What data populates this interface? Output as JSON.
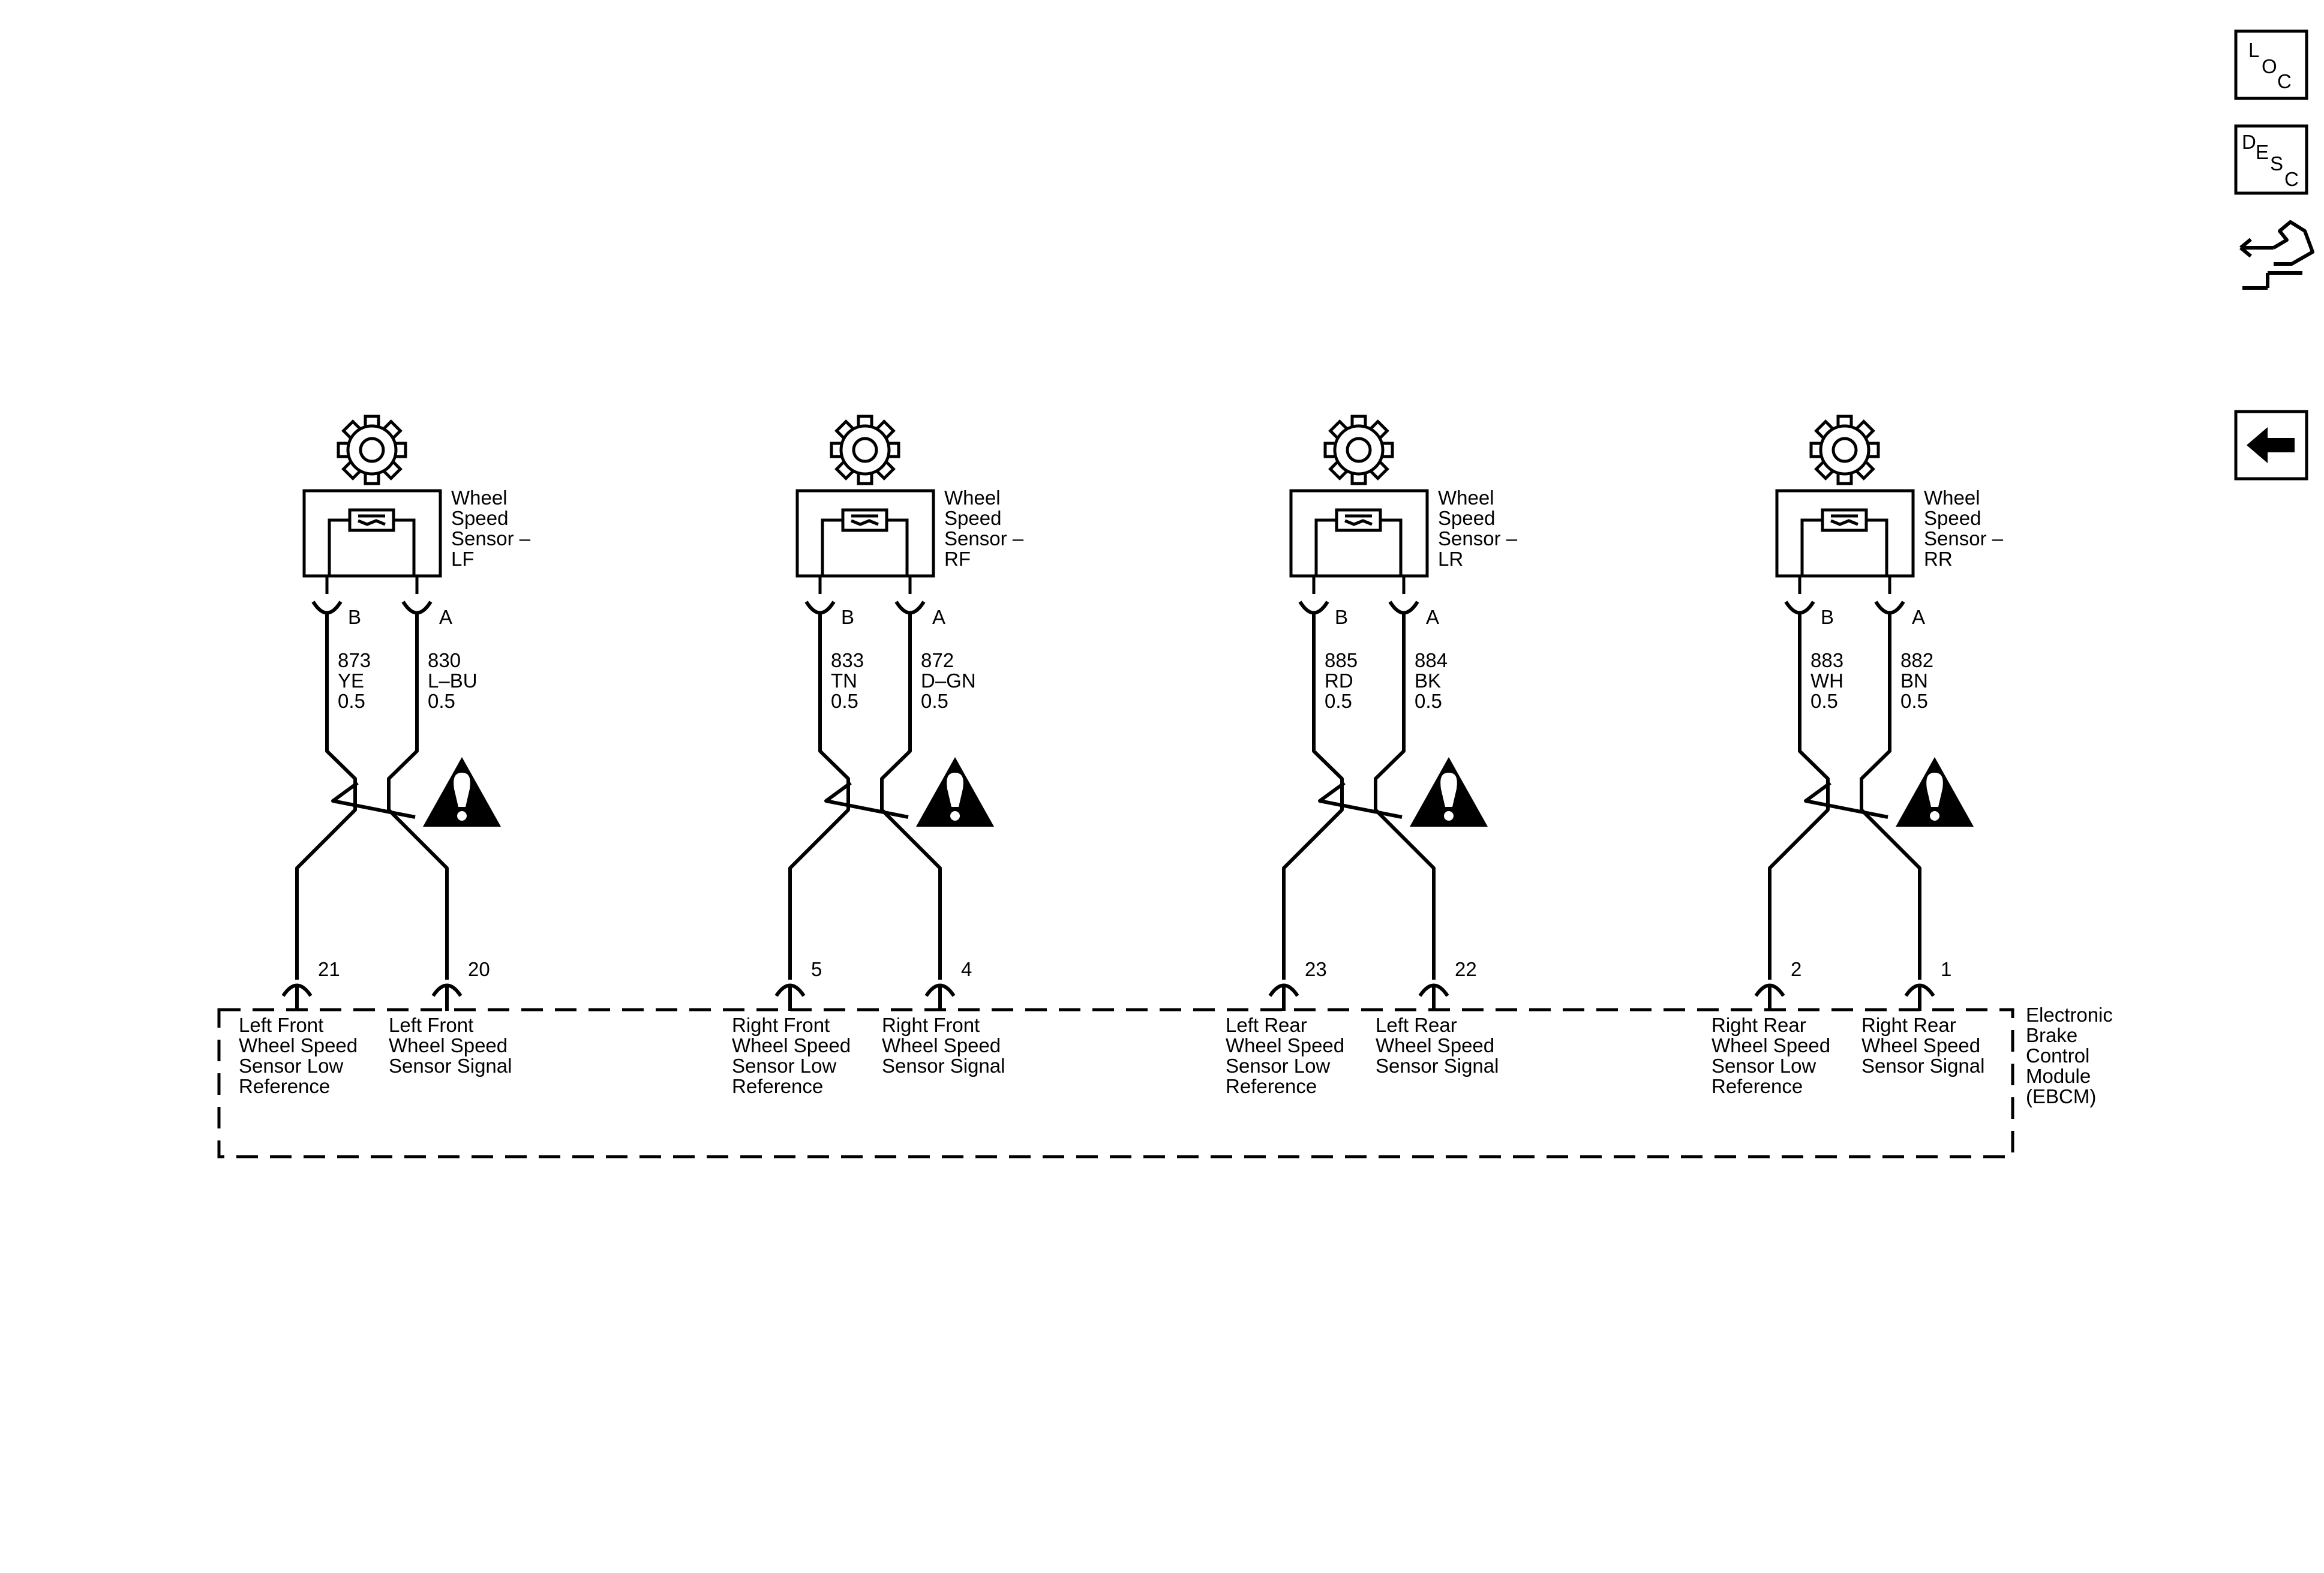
{
  "sensors": [
    {
      "name": "Wheel Speed Sensor – LF",
      "name_lines": [
        "Wheel",
        "Speed",
        "Sensor –",
        "LF"
      ],
      "wire_b": {
        "pin": "B",
        "circuit": "873",
        "color": "YE",
        "gauge": "0.5"
      },
      "wire_a": {
        "pin": "A",
        "circuit": "830",
        "color": "L–BU",
        "gauge": "0.5"
      },
      "ebcm_pin_b": "21",
      "ebcm_pin_a": "20",
      "ebcm_label_b": [
        "Left Front",
        "Wheel Speed",
        "Sensor Low",
        "Reference"
      ],
      "ebcm_label_a": [
        "Left Front",
        "Wheel Speed",
        "Sensor Signal"
      ]
    },
    {
      "name": "Wheel Speed Sensor – RF",
      "name_lines": [
        "Wheel",
        "Speed",
        "Sensor –",
        "RF"
      ],
      "wire_b": {
        "pin": "B",
        "circuit": "833",
        "color": "TN",
        "gauge": "0.5"
      },
      "wire_a": {
        "pin": "A",
        "circuit": "872",
        "color": "D–GN",
        "gauge": "0.5"
      },
      "ebcm_pin_b": "5",
      "ebcm_pin_a": "4",
      "ebcm_label_b": [
        "Right Front",
        "Wheel Speed",
        "Sensor Low",
        "Reference"
      ],
      "ebcm_label_a": [
        "Right Front",
        "Wheel Speed",
        "Sensor Signal"
      ]
    },
    {
      "name": "Wheel Speed Sensor – LR",
      "name_lines": [
        "Wheel",
        "Speed",
        "Sensor –",
        "LR"
      ],
      "wire_b": {
        "pin": "B",
        "circuit": "885",
        "color": "RD",
        "gauge": "0.5"
      },
      "wire_a": {
        "pin": "A",
        "circuit": "884",
        "color": "BK",
        "gauge": "0.5"
      },
      "ebcm_pin_b": "23",
      "ebcm_pin_a": "22",
      "ebcm_label_b": [
        "Left Rear",
        "Wheel Speed",
        "Sensor Low",
        "Reference"
      ],
      "ebcm_label_a": [
        "Left Rear",
        "Wheel Speed",
        "Sensor Signal"
      ]
    },
    {
      "name": "Wheel Speed Sensor – RR",
      "name_lines": [
        "Wheel",
        "Speed",
        "Sensor –",
        "RR"
      ],
      "wire_b": {
        "pin": "B",
        "circuit": "883",
        "color": "WH",
        "gauge": "0.5"
      },
      "wire_a": {
        "pin": "A",
        "circuit": "882",
        "color": "BN",
        "gauge": "0.5"
      },
      "ebcm_pin_b": "2",
      "ebcm_pin_a": "1",
      "ebcm_label_b": [
        "Right Rear",
        "Wheel Speed",
        "Sensor Low",
        "Reference"
      ],
      "ebcm_label_a": [
        "Right Rear",
        "Wheel Speed",
        "Sensor Signal"
      ]
    }
  ],
  "ebcm": {
    "name_lines": [
      "Electronic",
      "Brake",
      "Control",
      "Module",
      "(EBCM)"
    ]
  },
  "nav": {
    "loc_letters": [
      "L",
      "O",
      "C"
    ],
    "desc_letters": [
      "D",
      "E",
      "S",
      "C"
    ],
    "connector_icon": "connector-end-view-icon",
    "back_icon": "back-arrow-icon"
  },
  "colors": {
    "line": "#000000",
    "background": "#ffffff"
  }
}
